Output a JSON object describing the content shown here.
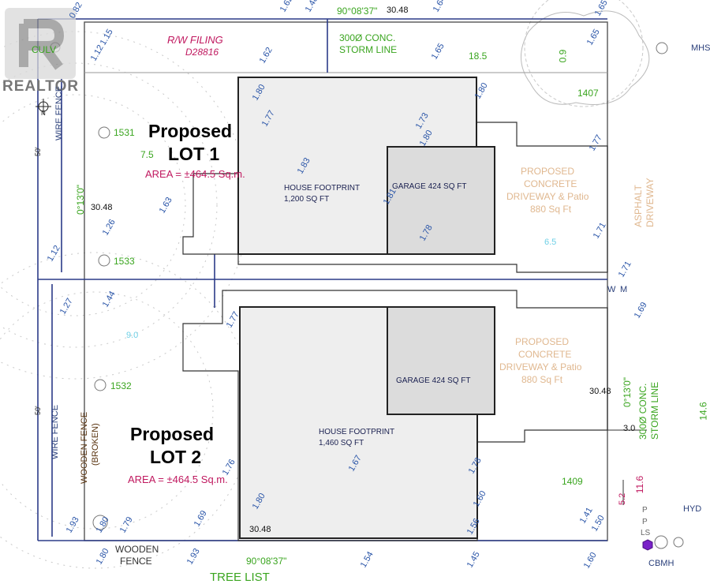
{
  "watermark": "REALTOR",
  "north_label": "N",
  "rw_filing": {
    "line1": "R/W FILING",
    "line2": "D28816"
  },
  "storm_top": {
    "line1": "300Ø CONC.",
    "line2": "STORM LINE"
  },
  "storm_right": {
    "line1": "300Ø CONC.",
    "line2": "STORM LINE"
  },
  "bearings": {
    "top": "90°08'37\"",
    "bottom": "90°08'37\"",
    "left": "0°13'0\"",
    "right": "0°13'0\""
  },
  "dimensions": {
    "top": "30.48",
    "bottom": "30.48",
    "left": "30.48",
    "right": "30.48",
    "setback": "3.0",
    "offset": "5.2"
  },
  "labels": {
    "culv": "CULV",
    "mhs": "MHS",
    "hyd": "HYD",
    "cbmh": "CBMH",
    "wire_fence_top": "WIRE FENCE",
    "wire_fence_bottom": "WIRE FENCE",
    "wooden_fence_side": "WOODEN FENCE",
    "broken": "(BROKEN)",
    "wooden_fence_bottom_1": "WOODEN",
    "wooden_fence_bottom_2": "FENCE",
    "asphalt_1": "ASPHALT",
    "asphalt_2": "DRIVEWAY",
    "pp_1": "P",
    "pp_2": "P",
    "pp_3": "LS",
    "w": "W",
    "m": "M",
    "tree_list": "TREE LIST"
  },
  "lot1": {
    "name_line1": "Proposed",
    "name_line2": "LOT 1",
    "area": "AREA = ±464.5 Sq.m.",
    "house_line1": "HOUSE FOOTPRINT",
    "house_line2": "1,200 SQ FT",
    "garage": "GARAGE 424 SQ FT",
    "drive_line1": "PROPOSED",
    "drive_line2": "CONCRETE",
    "drive_line3": "DRIVEWAY & Patio",
    "drive_line4": "880 Sq Ft"
  },
  "lot2": {
    "name_line1": "Proposed",
    "name_line2": "LOT 2",
    "area": "AREA = ±464.5 Sq.m.",
    "house_line1": "HOUSE FOOTPRINT",
    "house_line2": "1,460 SQ FT",
    "garage": "GARAGE 424 SQ FT",
    "drive_line1": "PROPOSED",
    "drive_line2": "CONCRETE",
    "drive_line3": "DRIVEWAY & Patio",
    "drive_line4": "880 Sq Ft"
  },
  "markers": {
    "m1531": "1531",
    "m1533": "1533",
    "m1532": "1532",
    "m1407": "1407",
    "m1409": "1409",
    "m50_top": "50'",
    "m50_bottom": "50'"
  },
  "elevations_blue": [
    "1.15",
    "1.12",
    "1.62",
    "1.65",
    "1.65",
    "1.80",
    "1.80",
    "1.77",
    "1.73",
    "1.80",
    "1.83",
    "1.63",
    "1.26",
    "1.12",
    "1.81",
    "1.78",
    "1.71",
    "1.77",
    "1.71",
    "1.44",
    "1.27",
    "1.69",
    "1.77",
    "1.67",
    "1.78",
    "1.76",
    "1.80",
    "1.60",
    "1.93",
    "1.80",
    "1.79",
    "1.69",
    "1.56",
    "1.41",
    "1.50",
    "1.80",
    "1.93",
    "1.54",
    "1.45",
    "1.60",
    "1.48",
    "1.62",
    "1.64",
    "1.65",
    "0.82"
  ],
  "elevations_green": [
    "18.5",
    "7.5",
    "0.9",
    "14.6",
    "11.6"
  ],
  "elevations_cyan": [
    "6.5",
    "9.0"
  ]
}
